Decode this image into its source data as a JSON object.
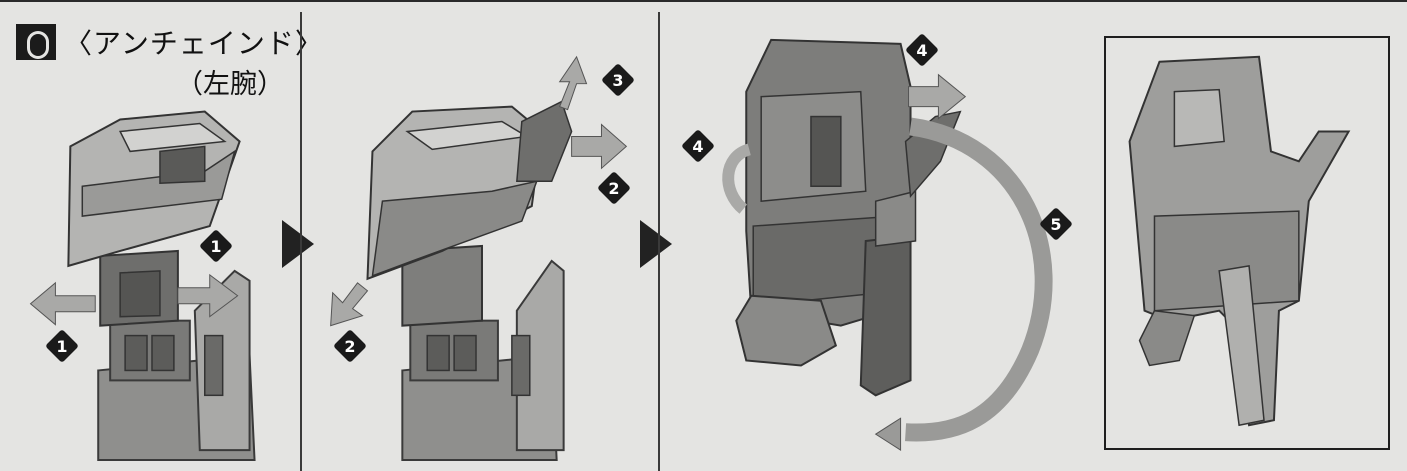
{
  "header": {
    "title": "〈アンチェインド〉",
    "subtitle": "（左腕）",
    "icon": "unchained-logo-icon"
  },
  "step_markers": {
    "p1_left": "1",
    "p1_right": "1",
    "p2_up": "3",
    "p2_right": "2",
    "p2_down_left": "2",
    "p3_top": "4",
    "p3_left": "4",
    "p3_rotate": "5"
  },
  "colors": {
    "background": "#e4e4e2",
    "part_dark": "#6e6e6c",
    "part_mid": "#9a9a98",
    "part_light": "#c4c4c2",
    "arrow": "#a9a9a7",
    "marker": "#1a1a1a"
  }
}
